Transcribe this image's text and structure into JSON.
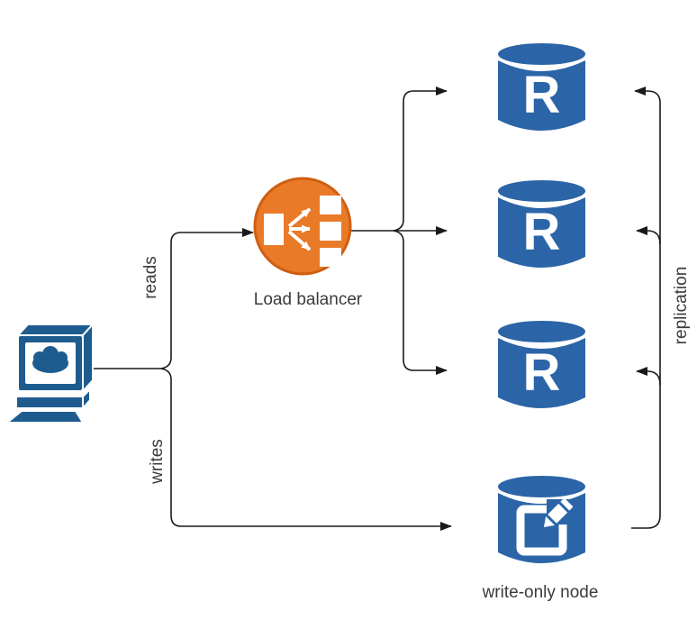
{
  "labels": {
    "load_balancer": "Load balancer",
    "write_only_node": "write-only node"
  },
  "edge_labels": {
    "reads": "reads",
    "writes": "writes",
    "replication": "replication"
  },
  "replicas": [
    {
      "letter": "R"
    },
    {
      "letter": "R"
    },
    {
      "letter": "R"
    }
  ],
  "icons": {
    "client": "computer-terminal-icon",
    "load_balancer": "load-balancer-circle-icon",
    "read_replica": "database-cylinder-icon",
    "write_node": "database-edit-icon"
  },
  "colors": {
    "db_blue": "#2B65A8",
    "computer_blue": "#1E5C90",
    "lb_orange": "#E97A27",
    "lb_border": "#CF5E12",
    "line": "#1A1A1A",
    "text": "#3B3B3B",
    "background": "#FFFFFF"
  }
}
